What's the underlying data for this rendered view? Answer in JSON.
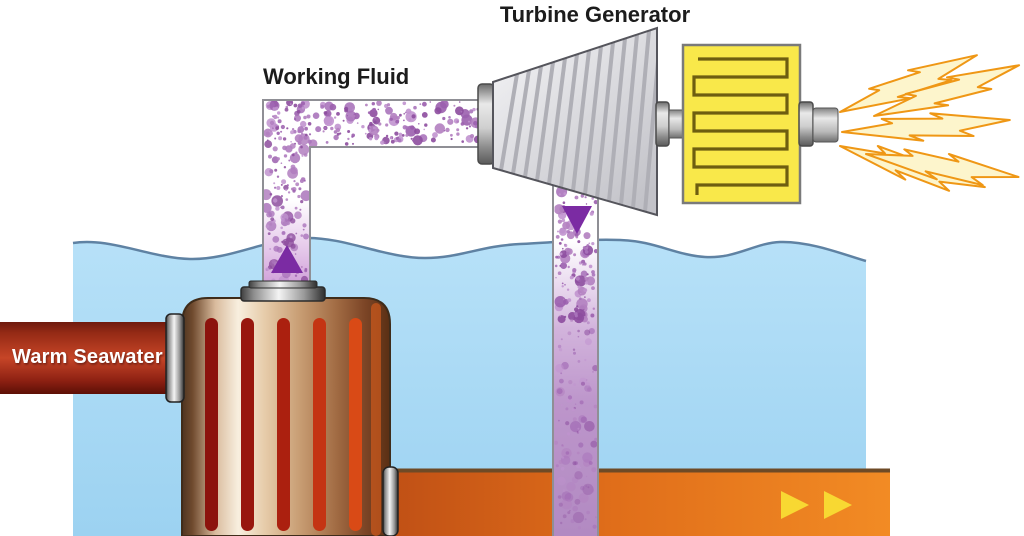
{
  "labels": {
    "turbine_generator": "Turbine Generator",
    "working_fluid": "Working Fluid",
    "warm_seawater": "Warm Seawater"
  },
  "icons": [
    {
      "name": "flow-arrow-up-icon",
      "meaning": "working fluid flows upward"
    },
    {
      "name": "flow-arrow-down-icon",
      "meaning": "working fluid flows downward"
    },
    {
      "name": "flow-arrow-right-icon",
      "meaning": "seawater discharge flows right"
    },
    {
      "name": "electricity-bolt-icon",
      "meaning": "electric power output"
    }
  ],
  "colors": {
    "background": "#ffffff",
    "seawater": "#a8d9f5",
    "water_outline": "#5f82a3",
    "discharge_pipe_orange": "#e8731c",
    "warm_pipe_red": "#b83a22",
    "boiler_brown": "#a26c44",
    "boiler_slat_red": "#a11a10",
    "working_fluid_purple": "#9b5fae",
    "flow_arrow_purple": "#7b2ba3",
    "flow_arrow_yellow": "#f8d832",
    "turbine_gray": "#d9d9de",
    "generator_yellow": "#f9e84a",
    "generator_coil": "#6e5e10",
    "electricity_orange": "#ef9715",
    "label_text": "#1c1c1c",
    "warm_label_text": "#ffffff"
  }
}
